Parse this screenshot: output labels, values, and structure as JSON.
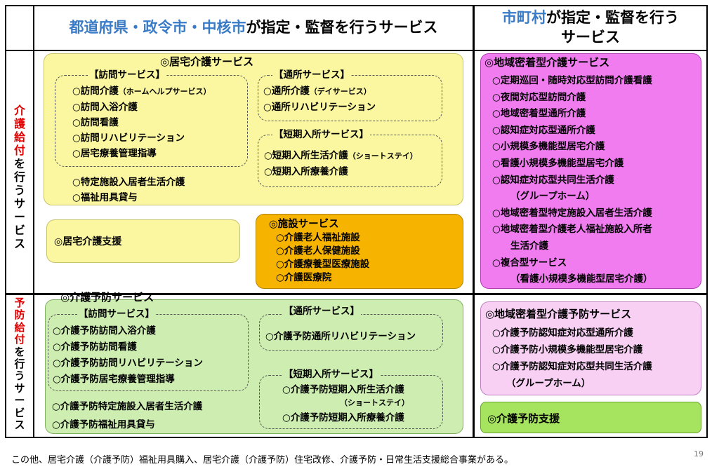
{
  "header": {
    "left_part1": "都道府県・政令市・中核市",
    "left_part2": "が指定・監督を行うサービス",
    "right_part1": "市町村",
    "right_part2": "が指定・監督を行う",
    "right_line2": "サービス"
  },
  "side": {
    "kaigo_red": [
      "介",
      "護",
      "給",
      "付"
    ],
    "kaigo_black": [
      "を",
      "行",
      "う",
      "サ",
      "ー",
      "ビ",
      "ス"
    ],
    "yobo_red": [
      "予",
      "防",
      "給",
      "付"
    ],
    "yobo_black": [
      "を",
      "行",
      "う",
      "サ",
      "ー",
      "ビ",
      "ス"
    ]
  },
  "kyotaku": {
    "title": "◎居宅介護サービス",
    "houmon_label": "【訪問サービス】",
    "houmon_items": [
      {
        "main": "○訪問介護",
        "small": "（ホームヘルプサービス）"
      },
      {
        "main": "○訪問入浴介護",
        "small": ""
      },
      {
        "main": "○訪問看護",
        "small": ""
      },
      {
        "main": "○訪問リハビリテーション",
        "small": ""
      },
      {
        "main": "○居宅療養管理指導",
        "small": ""
      }
    ],
    "tsusho_label": "【通所サービス】",
    "tsusho_items": [
      {
        "main": "○通所介護",
        "small": "（デイサービス）"
      },
      {
        "main": "○通所リハビリテーション",
        "small": ""
      }
    ],
    "tanki_label": "【短期入所サービス】",
    "tanki_items": [
      {
        "main": "○短期入所生活介護",
        "small": "（ショートステイ）"
      },
      {
        "main": "○短期入所療養介護",
        "small": ""
      }
    ],
    "other_items": [
      "○特定施設入居者生活介護",
      "○福祉用具貸与"
    ]
  },
  "kyotaku_shien": "◎居宅介護支援",
  "shisetsu": {
    "title": "◎施設サービス",
    "items": [
      "○介護老人福祉施設",
      "○介護老人保健施設",
      "○介護療養型医療施設",
      "○介護医療院"
    ]
  },
  "chiiki": {
    "title": "◎地域密着型介護サービス",
    "items": [
      "○定期巡回・随時対応型訪問介護看護",
      "○夜間対応型訪問介護",
      "○地域密着型通所介護",
      "○認知症対応型通所介護",
      "○小規模多機能型居宅介護",
      "○看護小規模多機能型居宅介護",
      "○認知症対応型共同生活介護",
      "（グループホーム）",
      "○地域密着型特定施設入居者生活介護",
      "○地域密着型介護老人福祉施設入所者",
      "生活介護",
      "○複合型サービス",
      "（看護小規模多機能型居宅介護）"
    ]
  },
  "yobo": {
    "title": "◎介護予防サービス",
    "houmon_label": "【訪問サービス】",
    "houmon_items": [
      "○介護予防訪問入浴介護",
      "○介護予防訪問看護",
      "○介護予防訪問リハビリテーション",
      "○介護予防居宅療養管理指導"
    ],
    "tsusho_label": "【通所サービス】",
    "tsusho_items": [
      "○介護予防通所リハビリテーション"
    ],
    "tanki_label": "【短期入所サービス】",
    "tanki_items": [
      "○介護予防短期入所生活介護",
      "（ショートステイ）",
      "○介護予防短期入所療養介護"
    ],
    "other_items": [
      "○介護予防特定施設入居者生活介護",
      "○介護予防福祉用具貸与"
    ]
  },
  "chiiki_yobo": {
    "title": "◎地域密着型介護予防サービス",
    "items": [
      "○介護予防認知症対応型通所介護",
      "○介護予防小規模多機能型居宅介護",
      "○介護予防認知症対応型共同生活介護",
      "（グループホーム）"
    ]
  },
  "yobo_shien": "◎介護予防支援",
  "footer": {
    "note": "この他、居宅介護（介護予防）福祉用具購入、居宅介護（介護予防）住宅改修、介護予防・日常生活支援総合事業がある。",
    "page": "19"
  },
  "colors": {
    "header_blue": "#3a7bc8",
    "side_red": "#e00000",
    "yellow": "#fbf7a0",
    "orange": "#f6b400",
    "magenta": "#f07cf0",
    "green": "#cdeeb0",
    "pink": "#f7d0f4",
    "bright_green": "#a6e35f"
  }
}
